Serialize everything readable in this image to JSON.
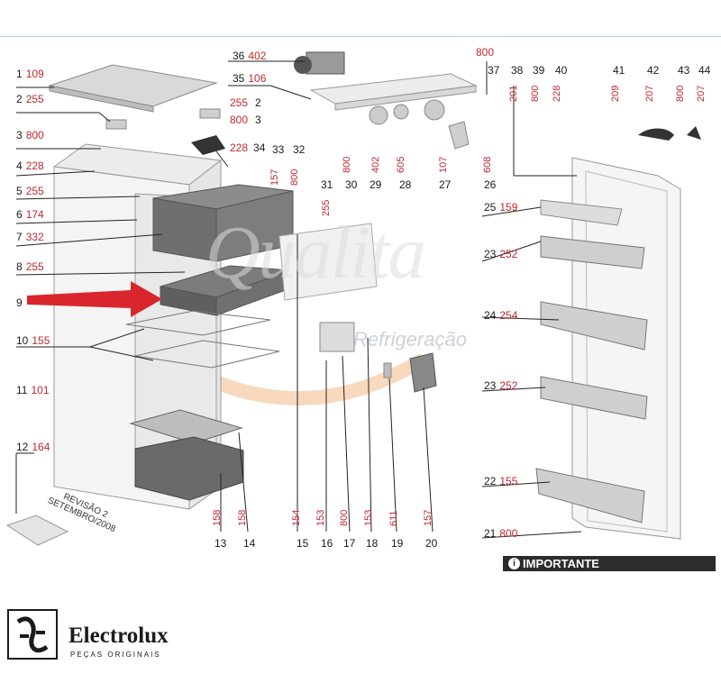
{
  "watermark": {
    "brand": "Qualita",
    "subtitle": "Refrigeração"
  },
  "left_labels": [
    {
      "num": "1",
      "code": "109"
    },
    {
      "num": "2",
      "code": "255"
    },
    {
      "num": "3",
      "code": "800"
    },
    {
      "num": "4",
      "code": "228"
    },
    {
      "num": "5",
      "code": "255"
    },
    {
      "num": "6",
      "code": "174"
    },
    {
      "num": "7",
      "code": "332"
    },
    {
      "num": "8",
      "code": "255"
    },
    {
      "num": "9",
      "code": ""
    },
    {
      "num": "10",
      "code": "155"
    },
    {
      "num": "11",
      "code": "101"
    },
    {
      "num": "12",
      "code": "164"
    }
  ],
  "top_labels": [
    {
      "num": "36",
      "code": "402"
    },
    {
      "num": "35",
      "code": "106"
    },
    {
      "num": "2",
      "code": "255"
    },
    {
      "num": "3",
      "code": "800"
    },
    {
      "num": "34",
      "code": "228"
    },
    {
      "num": "",
      "code": "800"
    }
  ],
  "right_labels": [
    {
      "num": "25",
      "code": "159"
    },
    {
      "num": "23",
      "code": "252"
    },
    {
      "num": "24",
      "code": "254"
    },
    {
      "num": "23",
      "code": "252"
    },
    {
      "num": "22",
      "code": "155"
    },
    {
      "num": "21",
      "code": "800"
    }
  ],
  "top_numbers": [
    "33",
    "32",
    "37",
    "38",
    "39",
    "40",
    "41",
    "42",
    "43",
    "44"
  ],
  "top_vcodes": [
    "157",
    "800",
    "201",
    "800",
    "228",
    "209",
    "207",
    "800",
    "207"
  ],
  "mid_numbers": [
    "31",
    "30",
    "29",
    "28",
    "27",
    "26"
  ],
  "mid_vcodes": [
    "255",
    "800",
    "402",
    "605",
    "107",
    "608"
  ],
  "bottom_numbers": [
    "13",
    "14",
    "15",
    "16",
    "17",
    "18",
    "19",
    "20"
  ],
  "bottom_vcodes": [
    "158",
    "158",
    "154",
    "153",
    "800",
    "153",
    "611",
    "157"
  ],
  "revision": [
    "REVISÃO 2",
    "SETEMBRO/2008"
  ],
  "important_label": "IMPORTANTE",
  "important_icon": "i",
  "footer": {
    "brand": "Electrolux",
    "sub": "PEÇAS ORIGINAIS"
  },
  "colors": {
    "code_red": "#c0282d",
    "arrow_red": "#d8262c",
    "line": "#222222",
    "important_bg": "#2c2c2c"
  }
}
